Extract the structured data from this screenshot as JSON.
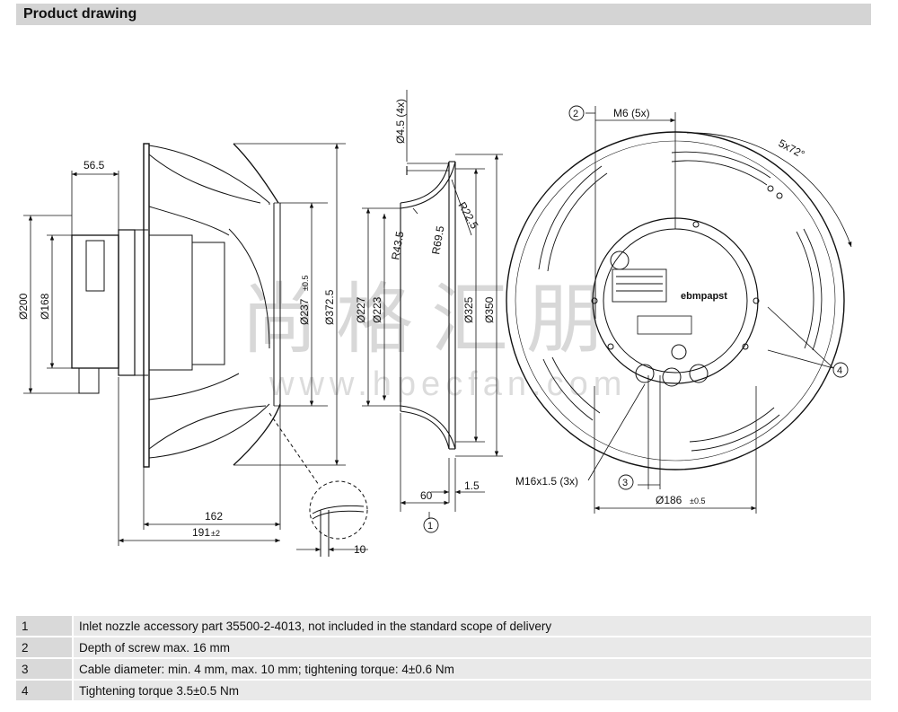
{
  "header": {
    "title": "Product drawing"
  },
  "watermark": {
    "chinese": "尚格汇朋",
    "url": "www.hpecfan.com"
  },
  "side_view": {
    "dims": [
      "56.5",
      "Ø200",
      "Ø168",
      "Ø237",
      "±0.5",
      "Ø372.5",
      "162",
      "191",
      "±2",
      "10"
    ]
  },
  "nozzle_view": {
    "dims": [
      "Ø4.5 (4x)",
      "R43.5",
      "R69.5",
      "R22.5",
      "Ø227",
      "Ø223",
      "Ø325",
      "Ø350",
      "60",
      "1.5"
    ],
    "callout": "1"
  },
  "front_view": {
    "dims": [
      "M6 (5x)",
      "5x72°",
      "M16x1.5 (3x)",
      "Ø186",
      "±0.5"
    ],
    "callouts": [
      "2",
      "3",
      "4"
    ],
    "brand": "ebmpapst"
  },
  "notes": [
    {
      "num": "1",
      "text": "Inlet nozzle accessory part 35500-2-4013, not included in the standard scope of delivery"
    },
    {
      "num": "2",
      "text": "Depth of screw max. 16 mm"
    },
    {
      "num": "3",
      "text": "Cable diameter: min. 4 mm, max. 10 mm; tightening torque: 4±0.6 Nm"
    },
    {
      "num": "4",
      "text": "Tightening torque 3.5±0.5 Nm"
    }
  ]
}
